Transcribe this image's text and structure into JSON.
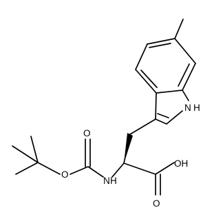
{
  "labels": {
    "nh_indole": "H",
    "nh_indole_n": "N",
    "oh_acid": "OH",
    "o_carbonyl_acid": "O",
    "o_carbonyl_boc": "O",
    "o_ester_boc": "O",
    "nh_amide": "H",
    "nh_amide_n": "N"
  },
  "colors": {
    "bond": "#000000",
    "text": "#000000",
    "background": "#ffffff"
  }
}
